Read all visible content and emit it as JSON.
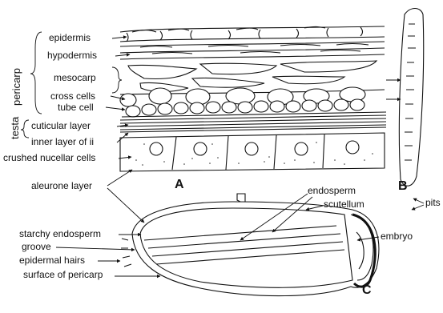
{
  "labels": {
    "pericarp": "pericarp",
    "epidermis": "epidermis",
    "hypodermis": "hypodermis",
    "mesocarp": "mesocarp",
    "cross_cells": "cross cells",
    "tube_cell": "tube cell",
    "testa": "testa",
    "cuticular_layer": "cuticular layer",
    "inner_layer": "inner layer of ii",
    "crushed_nucellar": "crushed nucellar cells",
    "aleurone_layer": "aleurone layer",
    "starchy_endosperm": "starchy endosperm",
    "groove": "groove",
    "epidermal_hairs": "epidermal hairs",
    "surface_pericarp": "surface of pericarp",
    "endosperm": "endosperm",
    "scutellum": "scutellum",
    "embryo": "embryo",
    "pits": "pits"
  },
  "panel_letters": {
    "a": "A",
    "b": "B",
    "c": "C"
  }
}
